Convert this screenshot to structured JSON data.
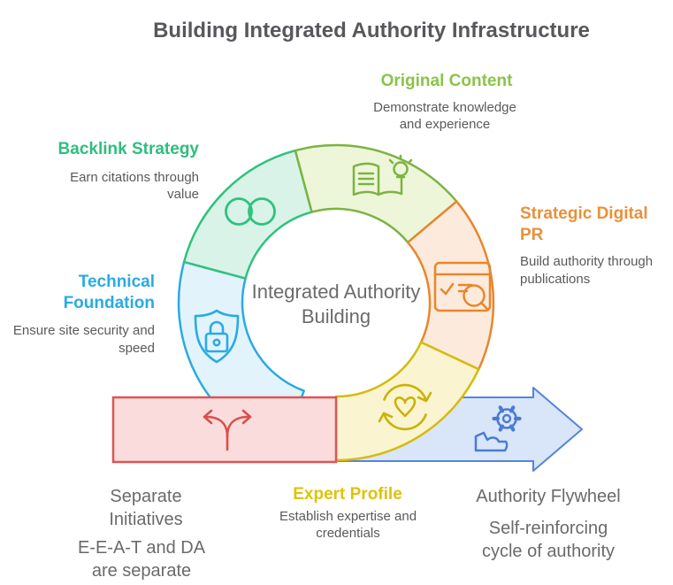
{
  "title": "Building Integrated Authority Infrastructure",
  "center": {
    "label": "Integrated Authority Building"
  },
  "segments": {
    "original": {
      "label": "Original Content",
      "desc": "Demonstrate knowledge and experience",
      "label_color": "#8BC34A",
      "ring_fill": "#EEF6D9",
      "ring_stroke": "#7CB342",
      "icon": "book-lightbulb-icon"
    },
    "strategic": {
      "label": "Strategic Digital PR",
      "desc": "Build authority through publications",
      "label_color": "#E8913A",
      "ring_fill": "#FCEBDC",
      "ring_stroke": "#E8862D",
      "icon": "search-results-icon"
    },
    "expert": {
      "label": "Expert Profile",
      "desc": "Establish expertise and credentials",
      "label_color": "#DEC20B",
      "ring_fill": "#FAF4D1",
      "ring_stroke": "#D5BC0A",
      "icon": "heart-refresh-icon"
    },
    "technical": {
      "label": "Technical Foundation",
      "desc": "Ensure site security and speed",
      "label_color": "#29ABE2",
      "ring_fill": "#E3F3FC",
      "ring_stroke": "#29ABE2",
      "icon": "shield-lock-icon"
    },
    "backlink": {
      "label": "Backlink Strategy",
      "desc": "Earn citations through value",
      "label_color": "#2DBE7E",
      "ring_fill": "#D9F3E8",
      "ring_stroke": "#2EC27E",
      "icon": "link-rings-icon"
    }
  },
  "separate": {
    "label": "Separate Initiatives",
    "desc": "E-E-A-T and DA are separate",
    "fill": "#FBDCDC",
    "stroke": "#DC5553",
    "icon": "fork-split-icon"
  },
  "flywheel": {
    "label": "Authority Flywheel",
    "desc": "Self-reinforcing cycle of authority",
    "fill": "#D9E5F8",
    "stroke": "#5584DB",
    "icons": [
      "gear-icon",
      "momentum-icon"
    ]
  }
}
